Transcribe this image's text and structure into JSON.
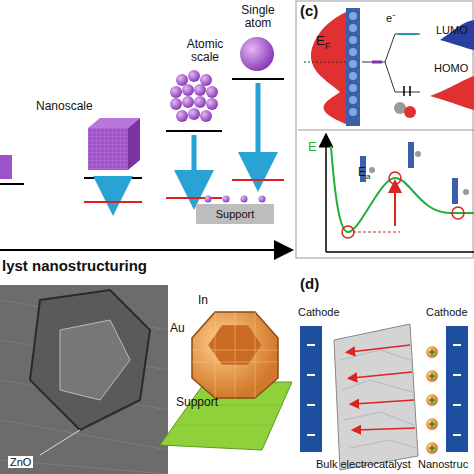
{
  "diagram": {
    "nodes": [
      {
        "text": [
          "Support"
        ]
      }
    ],
    "labels": [
      "Single atom",
      "Atomic scale",
      "Nanoscale",
      "lyst nanostructuring",
      "(c)",
      "e⁻",
      "LUMO",
      "E",
      "F",
      "HOMO",
      "E",
      "E",
      "a",
      "In",
      "Au",
      "Support",
      "ZnO",
      "(d)",
      "Cathode",
      "Cathode",
      "Bulk electrocatalyst",
      "Nanostruc"
    ]
  }
}
